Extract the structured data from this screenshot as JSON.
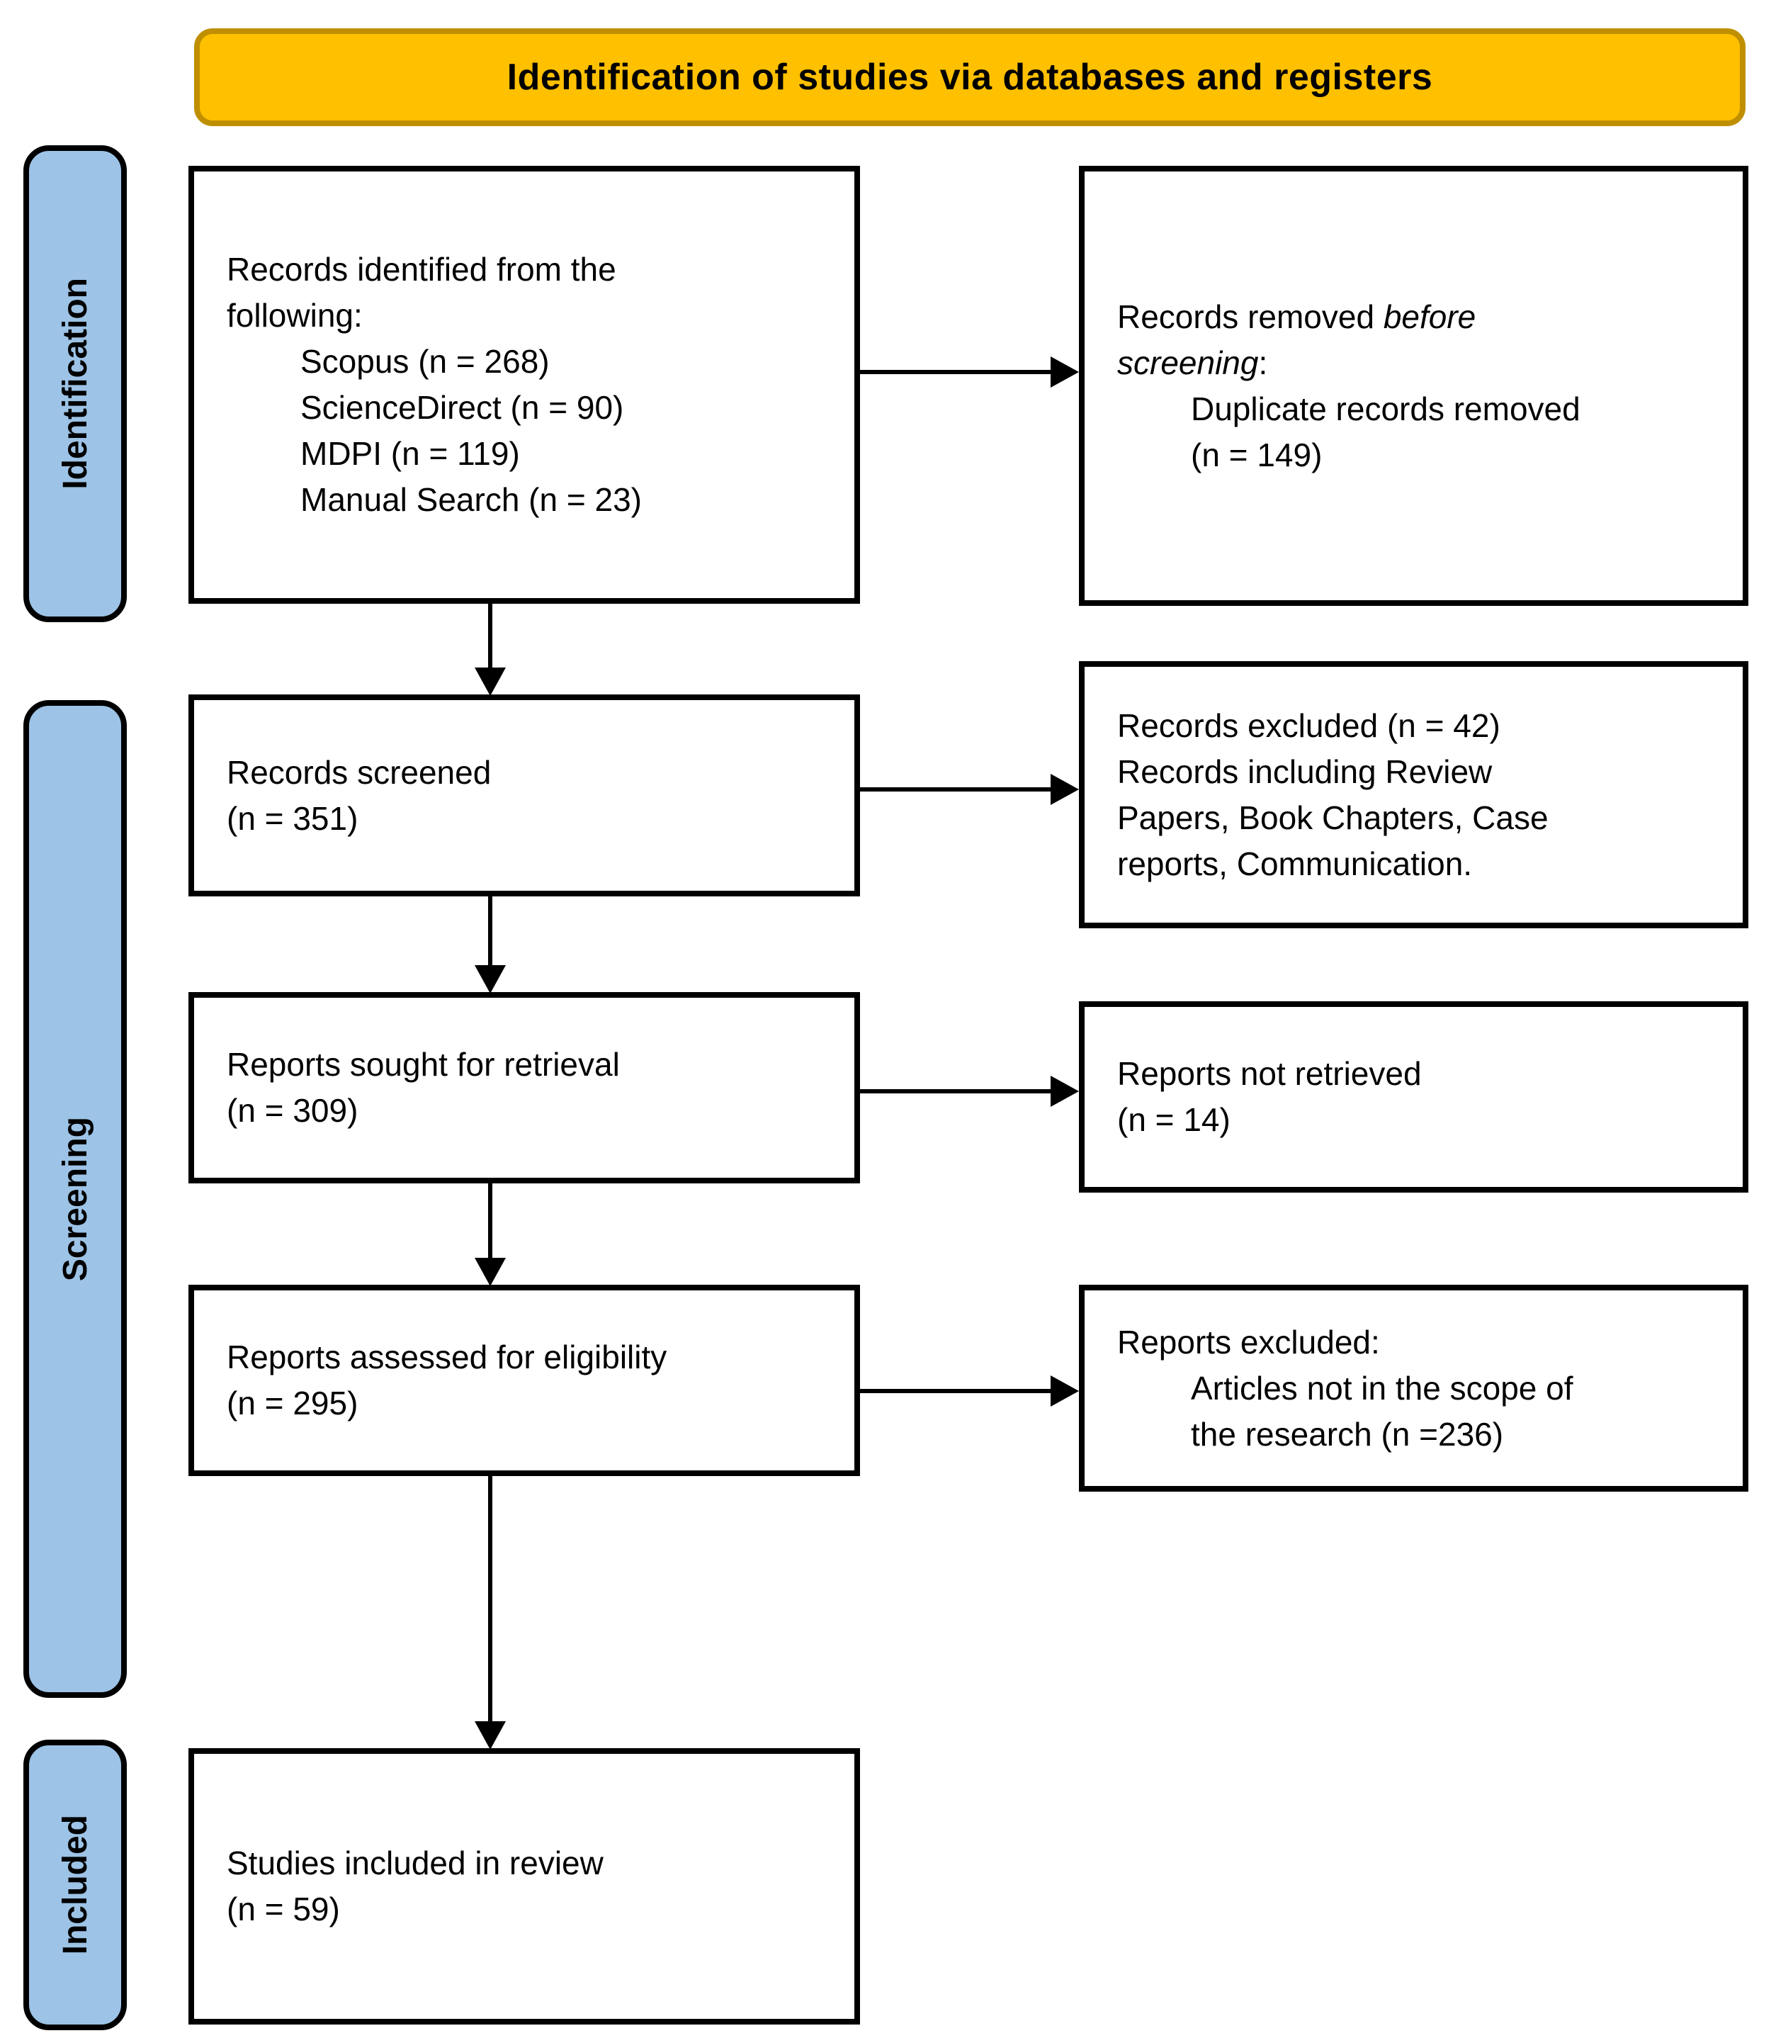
{
  "banner": {
    "title": "Identification of studies via databases and registers"
  },
  "stages": {
    "identification": "Identification",
    "screening": "Screening",
    "included": "Included"
  },
  "flow": {
    "records_identified": {
      "intro_lines": [
        "Records identified from the",
        "following:"
      ],
      "sources": [
        "Scopus (n = 268)",
        "ScienceDirect (n = 90)",
        "MDPI (n = 119)",
        "Manual Search (n = 23)"
      ]
    },
    "records_screened": {
      "lines": [
        "Records screened",
        "(n = 351)"
      ]
    },
    "reports_sought": {
      "lines": [
        "Reports sought for retrieval",
        "(n = 309)"
      ]
    },
    "reports_assessed": {
      "lines": [
        "Reports assessed for eligibility",
        "(n = 295)"
      ]
    },
    "studies_included": {
      "lines": [
        "Studies included in review",
        "(n = 59)"
      ]
    },
    "records_removed": {
      "line1_normal": "Records removed ",
      "line1_italic": "before",
      "line2_italic": "screening",
      "line2_normal": ":",
      "detail_lines": [
        "Duplicate records removed",
        "(n = 149)"
      ]
    },
    "records_excluded": {
      "lines": [
        "Records excluded (n = 42)",
        "Records including Review",
        "Papers, Book Chapters, Case",
        "reports, Communication."
      ]
    },
    "reports_not_retrieved": {
      "lines": [
        "Reports not retrieved",
        "(n = 14)"
      ]
    },
    "reports_excluded": {
      "head": "Reports excluded:",
      "detail_lines": [
        "Articles not in the scope of",
        "the research (n =236)"
      ]
    }
  },
  "colors": {
    "banner_fill": "#FFC000",
    "banner_border": "#BF8F00",
    "stage_fill": "#9DC3E6",
    "stage_border": "#000000",
    "box_border": "#000000",
    "arrow": "#000000",
    "text": "#000000",
    "background": "#FFFFFF"
  }
}
